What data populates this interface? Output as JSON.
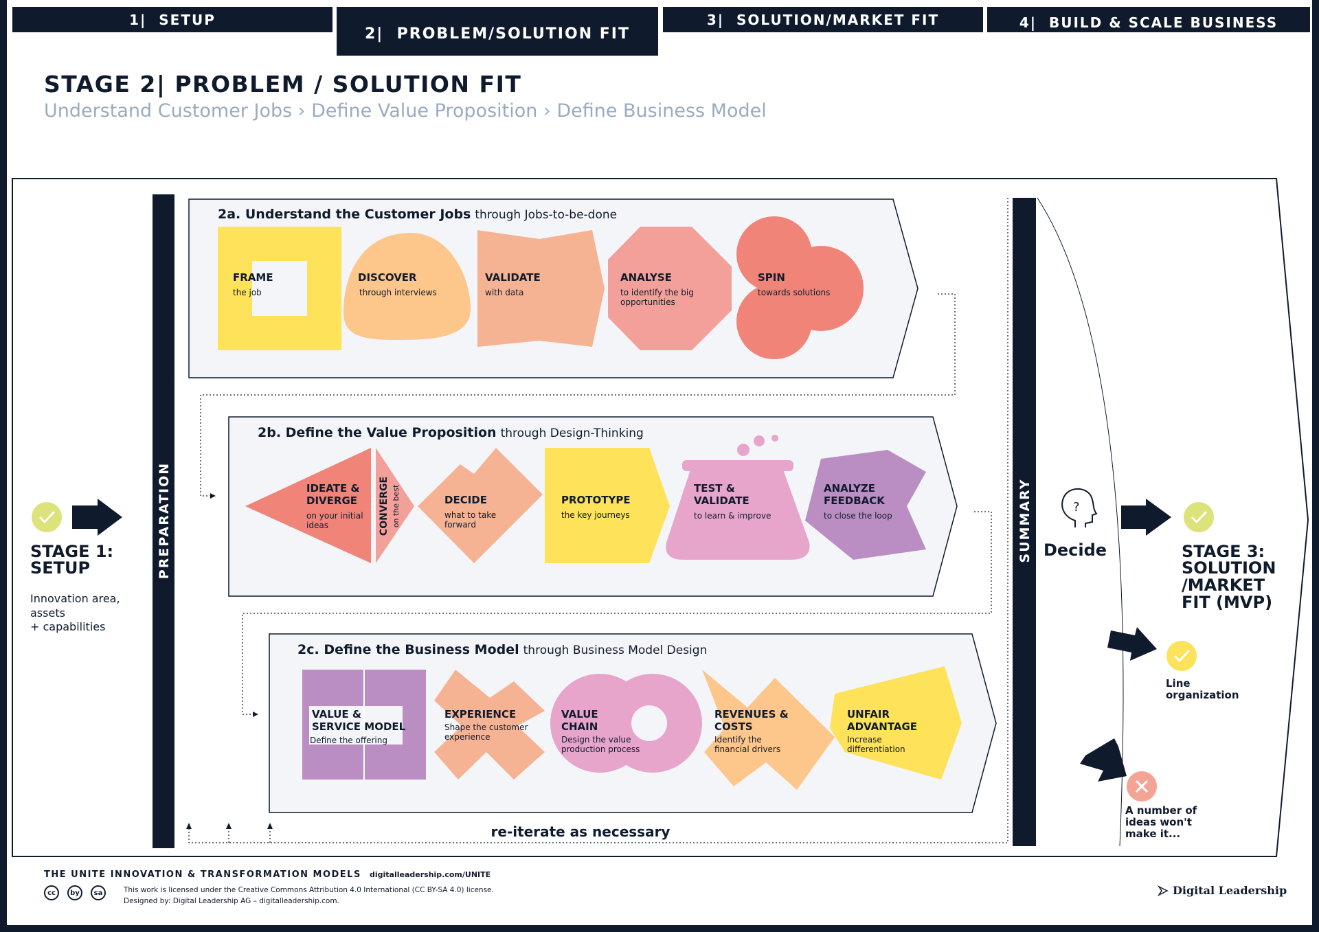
{
  "tabs": [
    {
      "label": "1|  SETUP"
    },
    {
      "label": "2|  PROBLEM/SOLUTION FIT"
    },
    {
      "label": "3|  SOLUTION/MARKET FIT"
    },
    {
      "label": "4|  BUILD & SCALE BUSINESS"
    }
  ],
  "header": {
    "title": "STAGE 2| PROBLEM / SOLUTION FIT",
    "subtitle": "Understand Customer Jobs › Define Value Proposition › Define Business Model"
  },
  "stage1": {
    "title_line1": "STAGE 1:",
    "title_line2": "SETUP",
    "desc1": "Innovation area,",
    "desc2": "assets",
    "desc3": "+ capabilities"
  },
  "preparation_label": "PREPARATION",
  "summary_label": "SUMMARY",
  "decide_label": "Decide",
  "reiterate_label": "re-iterate as necessary",
  "section_2a": {
    "title_bold": "2a. Understand the Customer Jobs",
    "title_rest": "through Jobs-to-be-done",
    "steps": {
      "frame": {
        "title": "FRAME",
        "sub": "the job"
      },
      "discover": {
        "title": "DISCOVER",
        "sub": "through interviews"
      },
      "validate": {
        "title": "VALIDATE",
        "sub": "with data"
      },
      "analyse": {
        "title": "ANALYSE",
        "sub1": "to identify the big",
        "sub2": "opportunities"
      },
      "spin": {
        "title": "SPIN",
        "sub": "towards solutions"
      }
    }
  },
  "section_2b": {
    "title_bold": "2b. Define the Value Proposition",
    "title_rest": "through Design-Thinking",
    "steps": {
      "ideate": {
        "title1": "IDEATE &",
        "title2": "DIVERGE",
        "sub1": "on your initial",
        "sub2": "ideas"
      },
      "converge": {
        "title": "CONVERGE",
        "sub": "on the best"
      },
      "decide": {
        "title": "DECIDE",
        "sub1": "what to take",
        "sub2": "forward"
      },
      "prototype": {
        "title": "PROTOTYPE",
        "sub": "the key journeys"
      },
      "test": {
        "title1": "TEST &",
        "title2": "VALIDATE",
        "sub": "to learn & improve"
      },
      "analyze_feedback": {
        "title1": "ANALYZE",
        "title2": "FEEDBACK",
        "sub": "to close the loop"
      }
    }
  },
  "section_2c": {
    "title_bold": "2c. Define the Business Model",
    "title_rest": "through Business Model Design",
    "steps": {
      "value_service": {
        "title1": "VALUE &",
        "title2": "SERVICE MODEL",
        "sub": "Define the offering"
      },
      "experience": {
        "title": "EXPERIENCE",
        "sub1": "Shape the customer",
        "sub2": "experience"
      },
      "value_chain": {
        "title1": "VALUE",
        "title2": "CHAIN",
        "sub1": "Design the value",
        "sub2": "production process"
      },
      "revenues": {
        "title1": "REVENUES &",
        "title2": "COSTS",
        "sub1": "Identify the",
        "sub2": "financial drivers"
      },
      "unfair": {
        "title1": "UNFAIR",
        "title2": "ADVANTAGE",
        "sub1": "Increase",
        "sub2": "differentiation"
      }
    }
  },
  "outcomes": {
    "stage3_line1": "STAGE 3:",
    "stage3_line2": "SOLUTION",
    "stage3_line3": "/MARKET",
    "stage3_line4": "FIT (MVP)",
    "line_org1": "Line",
    "line_org2": "organization",
    "fail1": "A number of",
    "fail2": "ideas won't",
    "fail3": "make it..."
  },
  "footer": {
    "models_title": "THE UNITE INNOVATION & TRANSFORMATION MODELS",
    "url": "digitalleadership.com/UNITE",
    "license_line1": "This work is licensed under the Creative Commons Attribution 4.0 International (CC BY-SA 4.0) license.",
    "license_line2": "Designed by: Digital Leadership AG – digitalleadership.com.",
    "cc_icons": [
      "cc",
      "by",
      "sa"
    ],
    "logo": "Digital Leadership"
  },
  "colors": {
    "navy": "#0f1b2d",
    "yellow": "#fde25a",
    "light_orange": "#fdc68a",
    "salmon": "#f6b394",
    "pink_salmon": "#f4a09a",
    "coral": "#f08479",
    "pink": "#e8a5cb",
    "purple": "#bb8ec3",
    "check_green": "#dbe37a",
    "fail_red": "#f4a494",
    "panel": "#f4f5f8",
    "subtitle_grey": "#9aabc0"
  }
}
